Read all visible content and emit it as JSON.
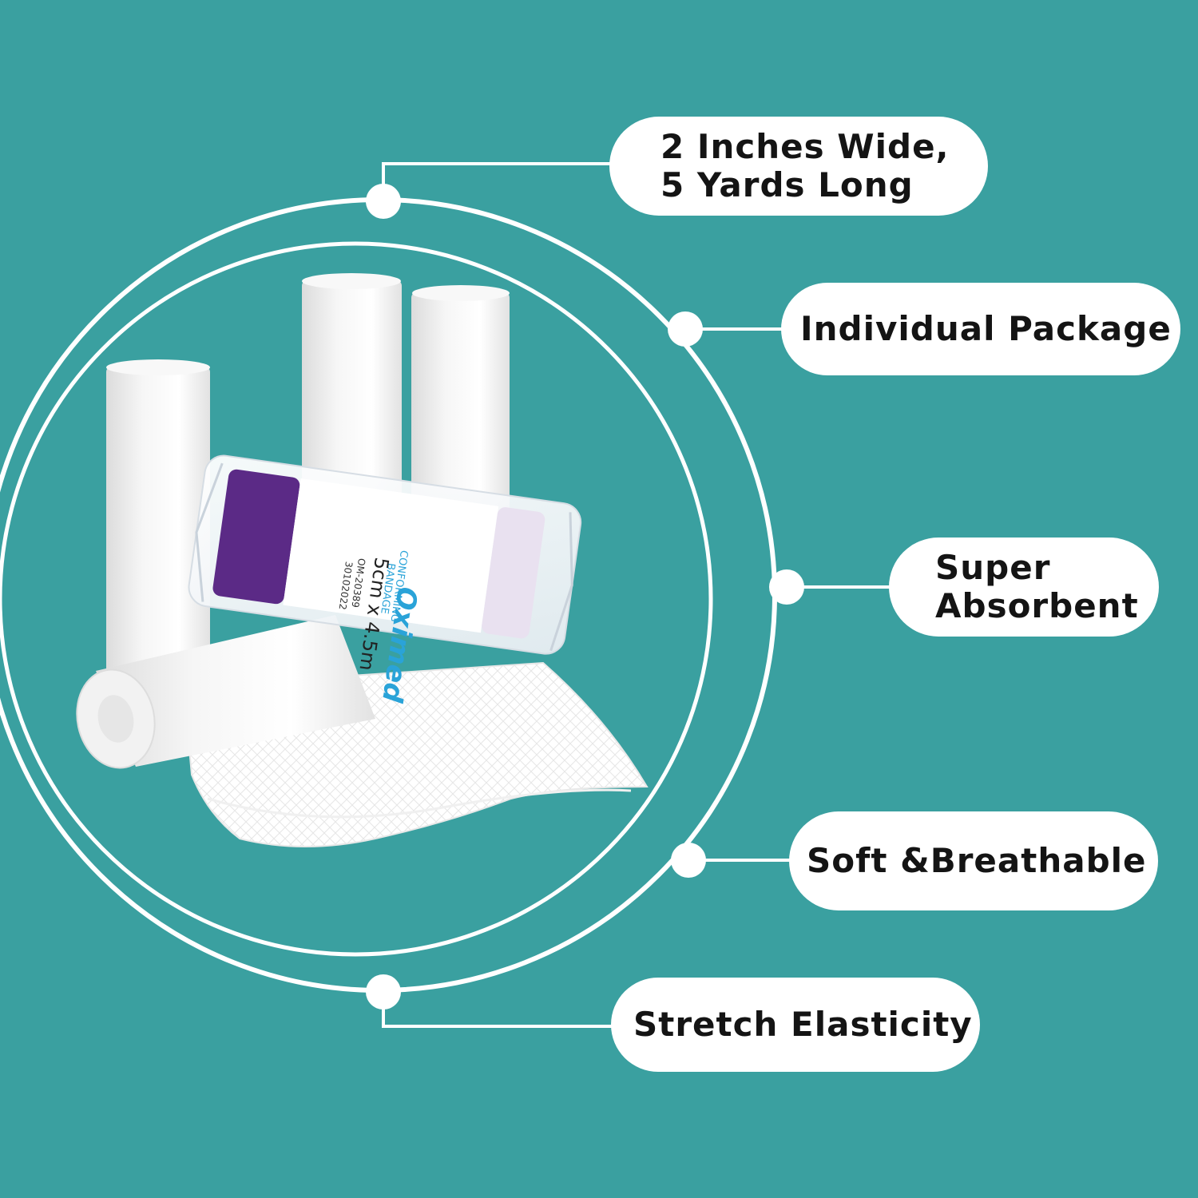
{
  "colors": {
    "background": "#3aa0a0",
    "ring": "#ffffff",
    "pill": "#ffffff",
    "text": "#141414",
    "brand_purple": "#5b2a86",
    "brand_blue": "#2aa3d8"
  },
  "features": {
    "size": {
      "line1": "2 Inches Wide,",
      "line2": "5 Yards Long"
    },
    "package": "Individual Package",
    "absorbent": {
      "line1": "Super",
      "line2": "Absorbent"
    },
    "breathable": "Soft &Breathable",
    "stretch": "Stretch Elasticity"
  },
  "product": {
    "brand": "Oximed",
    "product_name_line1": "CONFORMING",
    "product_name_line2": "BANDAGE",
    "size_label": "5cm x 4.5m",
    "code": "OM-20389",
    "lot": "30102022"
  }
}
